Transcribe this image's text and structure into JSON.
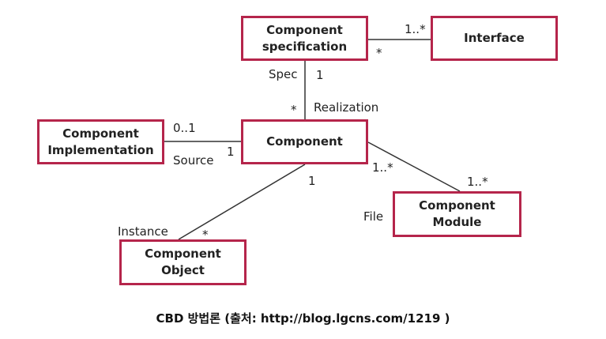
{
  "colors": {
    "box_border": "#b5254b",
    "line": "#333333",
    "text": "#222222"
  },
  "diagram": {
    "boxes": {
      "spec": "Component\nspecification",
      "interface": "Interface",
      "impl": "Component\nImplementation",
      "component": "Component",
      "module": "Component\nModule",
      "object": "Component\nObject"
    },
    "labels": {
      "spec_if_one_many": "1..*",
      "spec_if_star": "*",
      "spec_role": "Spec",
      "spec_one": "1",
      "realization_star": "*",
      "realization": "Realization",
      "impl_multiplicity": "0..1",
      "impl_one": "1",
      "source": "Source",
      "comp_module_many": "1..*",
      "module_many": "1..*",
      "file": "File",
      "comp_object_one": "1",
      "instance": "Instance",
      "object_star": "*"
    }
  },
  "caption": "CBD 방법론 (출처: http://blog.lgcns.com/1219 )"
}
